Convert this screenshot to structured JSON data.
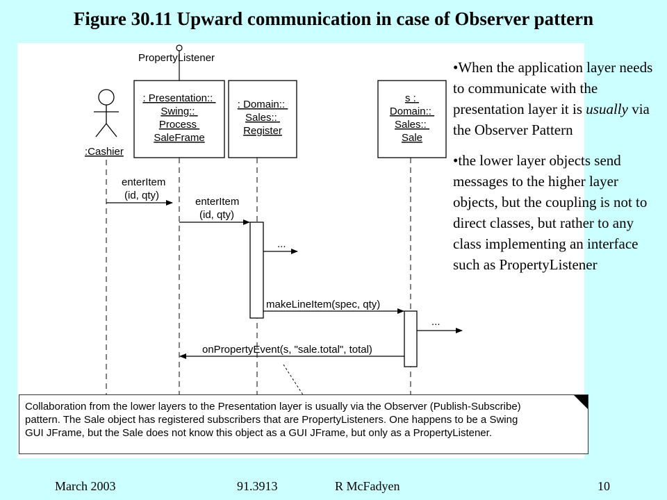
{
  "slide": {
    "title": "Figure 30.11 Upward communication in case of Observer pattern",
    "bullets": [
      {
        "before": "When the application layer needs to communicate with the presentation layer it is ",
        "emphasis": "usually",
        "after": " via the Observer Pattern"
      },
      {
        "before": "the lower layer objects send messages to the higher layer objects, but the coupling is not to direct classes, but rather to any class implementing an interface such as PropertyListener",
        "emphasis": "",
        "after": ""
      }
    ],
    "footer": {
      "date": "March 2003",
      "course": "91.3913",
      "author": "R McFadyen",
      "page": "10"
    }
  },
  "diagram": {
    "interface_label": "PropertyListener",
    "actor_label": ":Cashier",
    "lifelines": [
      {
        "id": "frame",
        "lines": [
          ": Presentation::",
          "Swing::",
          "Process",
          "SaleFrame"
        ]
      },
      {
        "id": "register",
        "lines": [
          ": Domain::",
          "Sales::",
          "Register"
        ]
      },
      {
        "id": "sale",
        "lines": [
          "s :",
          "Domain::",
          "Sales::",
          "Sale"
        ]
      }
    ],
    "messages": [
      {
        "id": "m1",
        "lines": [
          "enterItem",
          "(id, qty)"
        ]
      },
      {
        "id": "m2",
        "lines": [
          "enterItem",
          "(id, qty)"
        ]
      },
      {
        "id": "m3",
        "lines": [
          "..."
        ]
      },
      {
        "id": "m4",
        "lines": [
          "makeLineItem(spec, qty)"
        ]
      },
      {
        "id": "m5",
        "lines": [
          "..."
        ]
      },
      {
        "id": "m6",
        "lines": [
          "onPropertyEvent(s, \"sale.total\", total)"
        ]
      }
    ],
    "note": "Collaboration from the lower layers to the Presentation layer is usually via the Observer (Publish-Subscribe)\npattern. The Sale object has registered subscribers that are PropertyListeners. One happens to be a Swing\nGUI JFrame, but the Sale does not know this object as a GUI JFrame, but only as a PropertyListener."
  }
}
